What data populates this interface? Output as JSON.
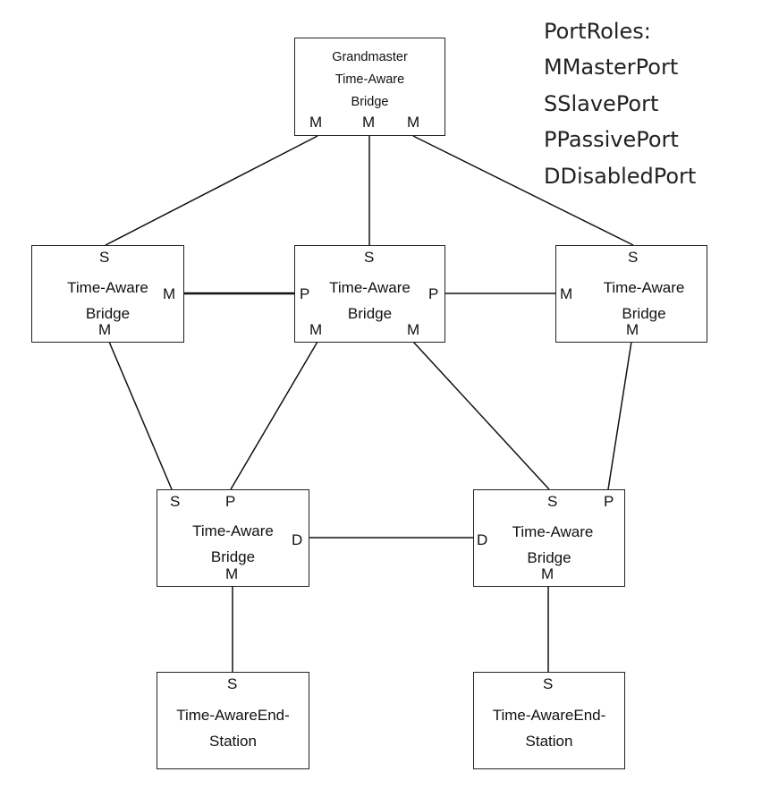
{
  "legend": {
    "title": "PortRoles:",
    "items": [
      "MMasterPort",
      "SSlavePort",
      "PPassivePort",
      "DDisabledPort"
    ]
  },
  "nodes": {
    "grandmaster": {
      "lines": [
        "Grandmaster",
        "Time-Aware",
        "Bridge"
      ],
      "ports": {
        "m1": "M",
        "m2": "M",
        "m3": "M"
      }
    },
    "bridge_left": {
      "lines": [
        "Time-Aware",
        "Bridge"
      ],
      "ports": {
        "s": "S",
        "m_right": "M",
        "m_bottom": "M"
      }
    },
    "bridge_center": {
      "lines": [
        "Time-Aware",
        "Bridge"
      ],
      "ports": {
        "s": "S",
        "p_left": "P",
        "p_right": "P",
        "m_left": "M",
        "m_right": "M"
      }
    },
    "bridge_right": {
      "lines": [
        "Time-Aware",
        "Bridge"
      ],
      "ports": {
        "s": "S",
        "m_left": "M",
        "m_bottom": "M"
      }
    },
    "bridge_lower_left": {
      "lines": [
        "Time-Aware",
        "Bridge"
      ],
      "ports": {
        "s": "S",
        "p": "P",
        "d": "D",
        "m": "M"
      }
    },
    "bridge_lower_right": {
      "lines": [
        "Time-Aware",
        "Bridge"
      ],
      "ports": {
        "s": "S",
        "p": "P",
        "d": "D",
        "m": "M"
      }
    },
    "end_station_left": {
      "lines": [
        "Time-AwareEnd-",
        "Station"
      ],
      "ports": {
        "s": "S"
      }
    },
    "end_station_right": {
      "lines": [
        "Time-AwareEnd-",
        "Station"
      ],
      "ports": {
        "s": "S"
      }
    }
  }
}
